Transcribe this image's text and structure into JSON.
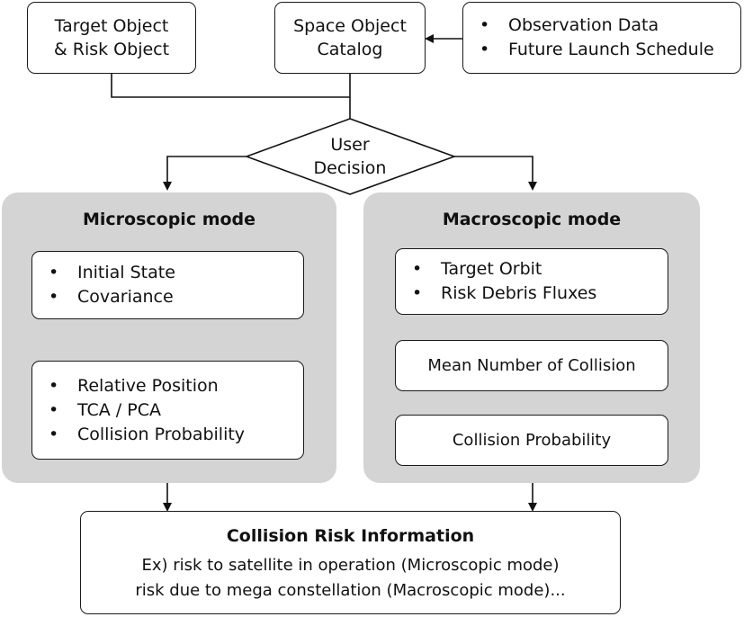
{
  "nodes": {
    "target": {
      "line1": "Target Object",
      "line2": "& Risk Object"
    },
    "catalog": {
      "line1": "Space Object",
      "line2": "Catalog"
    },
    "inputs": {
      "items": [
        "Observation Data",
        "Future Launch Schedule"
      ]
    },
    "decision": {
      "line1": "User",
      "line2": "Decision"
    },
    "micro": {
      "title": "Microscopic mode",
      "state": {
        "items": [
          "Initial State",
          "Covariance"
        ]
      },
      "results": {
        "items": [
          "Relative Position",
          "TCA / PCA",
          "Collision Probability"
        ]
      }
    },
    "macro": {
      "title": "Macroscopic mode",
      "orbit": {
        "items": [
          "Target Orbit",
          "Risk Debris Fluxes"
        ]
      },
      "mean": "Mean Number of Collision",
      "prob": "Collision Probability"
    },
    "risk": {
      "title": "Collision Risk Information",
      "line1": "Ex) risk to satellite in operation (Microscopic mode)",
      "line2": "risk due to mega constellation (Macroscopic mode)..."
    }
  }
}
